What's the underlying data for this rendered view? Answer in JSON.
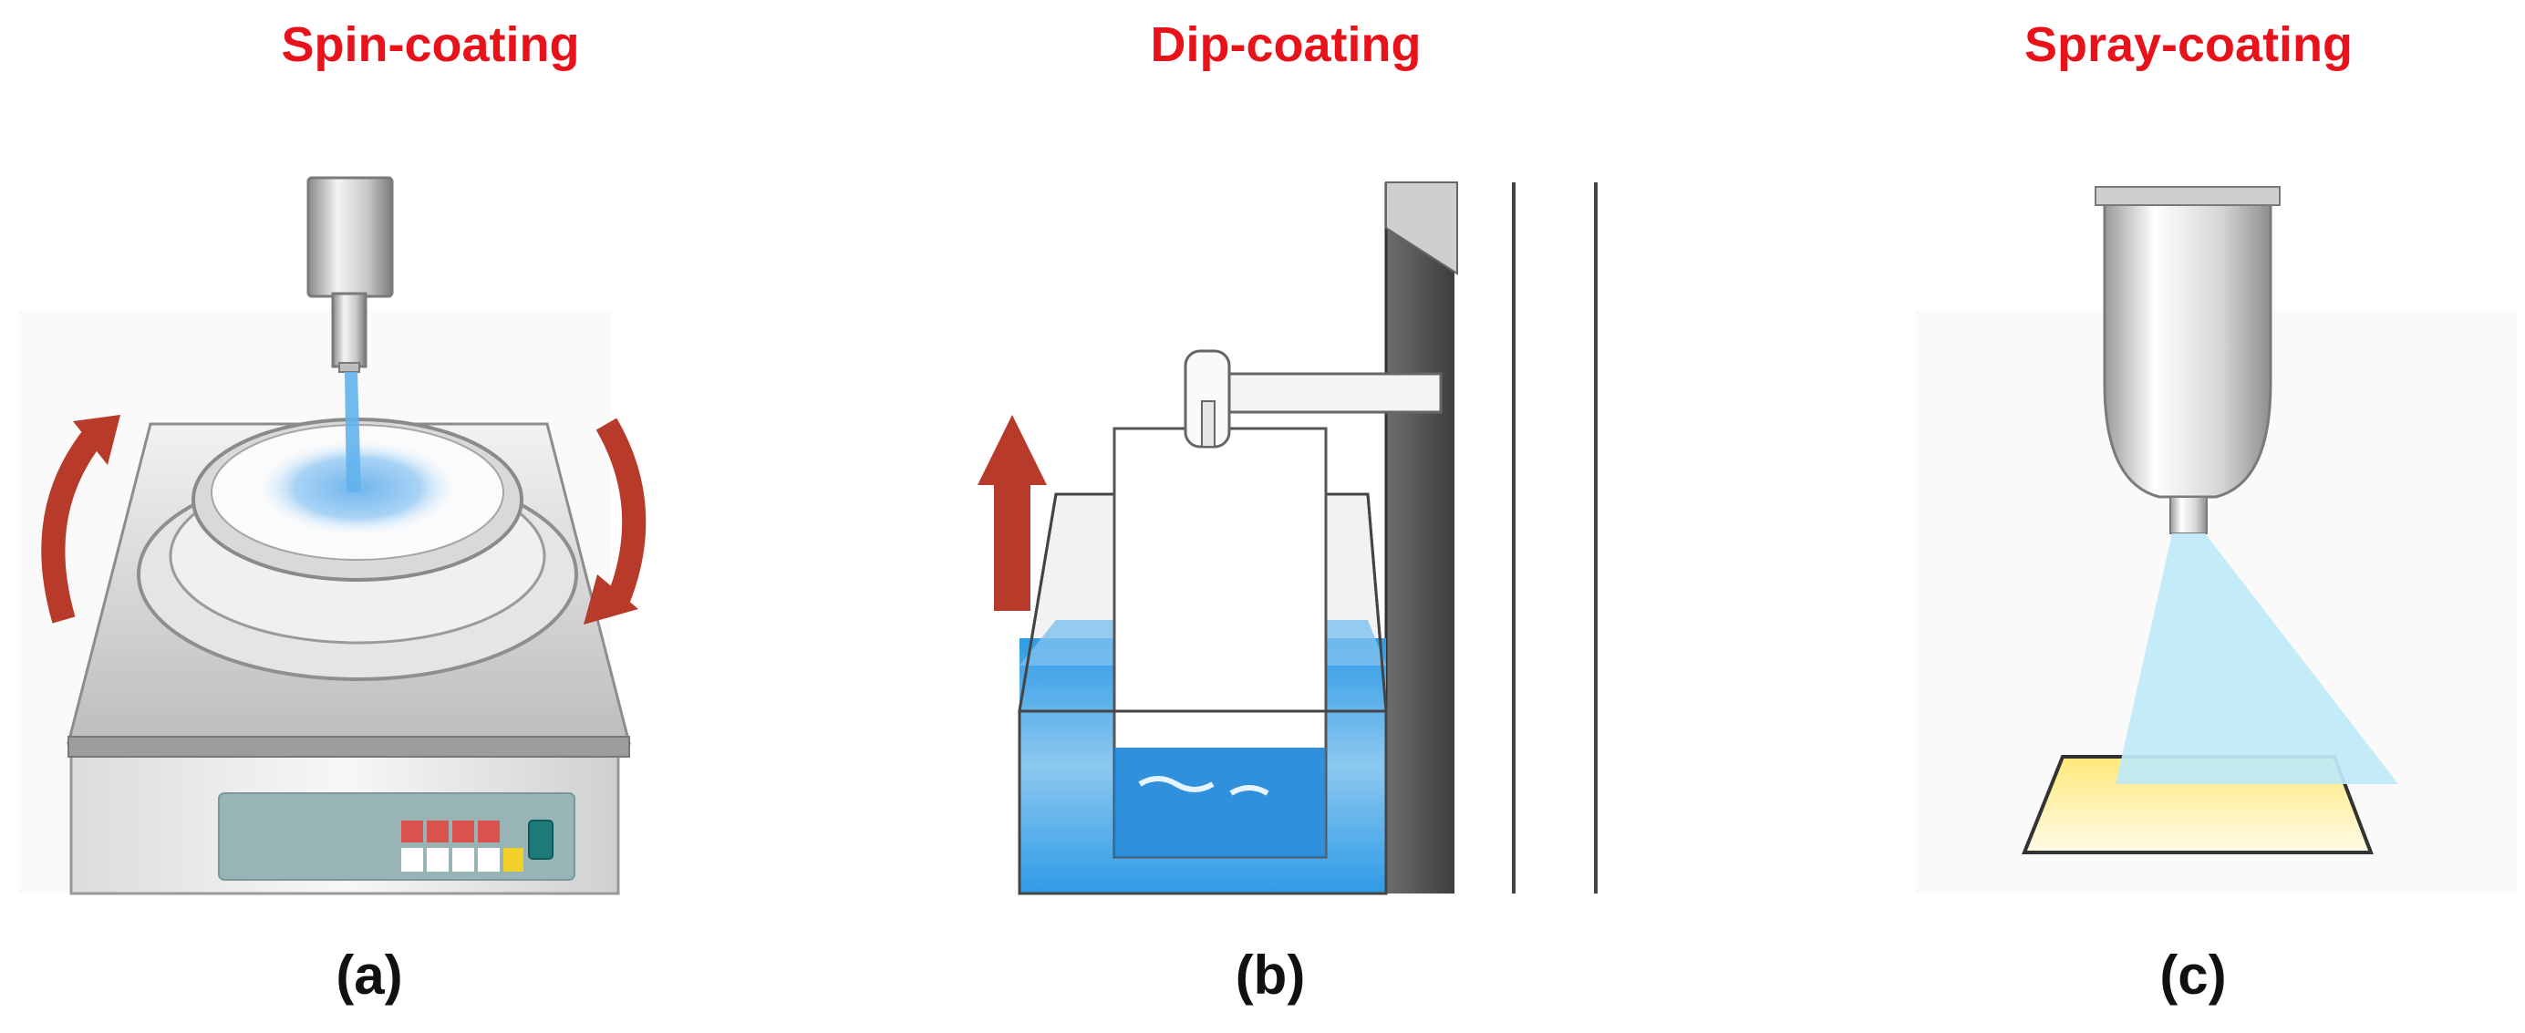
{
  "panels": [
    {
      "title": "Spin-coating",
      "caption": "(a)"
    },
    {
      "title": "Dip-coating",
      "caption": "(b)"
    },
    {
      "title": "Spray-coating",
      "caption": "(c)"
    }
  ],
  "colors": {
    "title_red": "#e8131a",
    "arrow_red": "#c0392b",
    "liquid_blue": "#3aa0e6",
    "spray_cyan": "#bfe9f7",
    "substrate_yellow": "#fff3a6",
    "display_red": "#d9534f",
    "display_teal": "#1f7a7a"
  }
}
